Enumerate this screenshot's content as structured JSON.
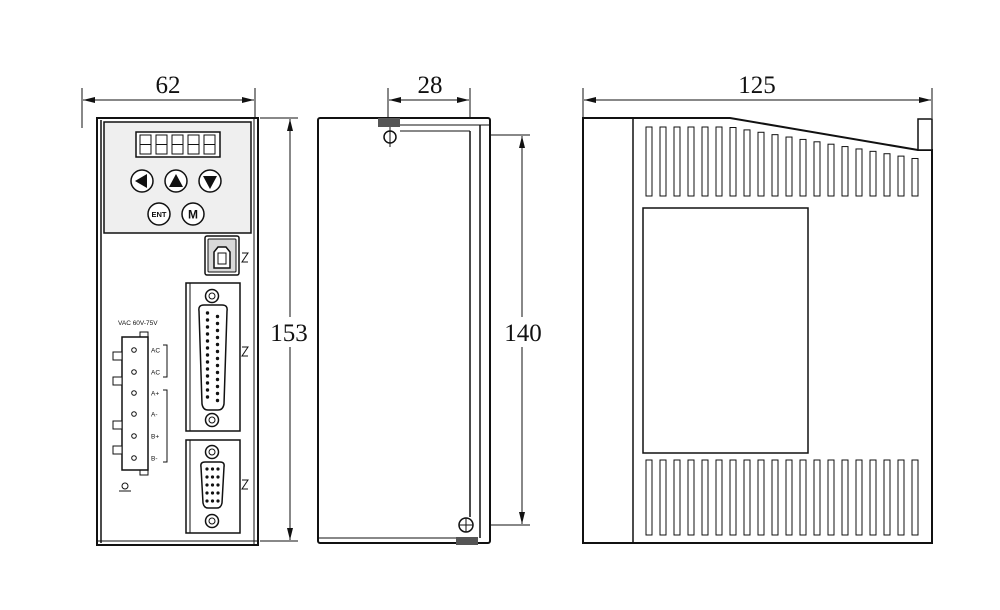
{
  "colors": {
    "line": "#111111",
    "panel": "#efefef",
    "shade": "#555555",
    "background": "#ffffff"
  },
  "front_view": {
    "width_dimension": "62",
    "height_dimension": "153",
    "keypad": {
      "arrow_buttons": [
        {
          "icon": "left-arrow-icon"
        },
        {
          "icon": "up-arrow-icon"
        },
        {
          "icon": "down-arrow-icon"
        }
      ],
      "enter_label": "ENT",
      "mode_label": "M"
    },
    "terminal": {
      "voltage_label": "VAC 60V-75V",
      "pin_labels": [
        "AC",
        "AC",
        "A+",
        "A-",
        "B+",
        "B-"
      ]
    }
  },
  "side_view": {
    "width_dimension": "28",
    "height_dimension": "140"
  },
  "heatsink_view": {
    "width_dimension": "125"
  }
}
